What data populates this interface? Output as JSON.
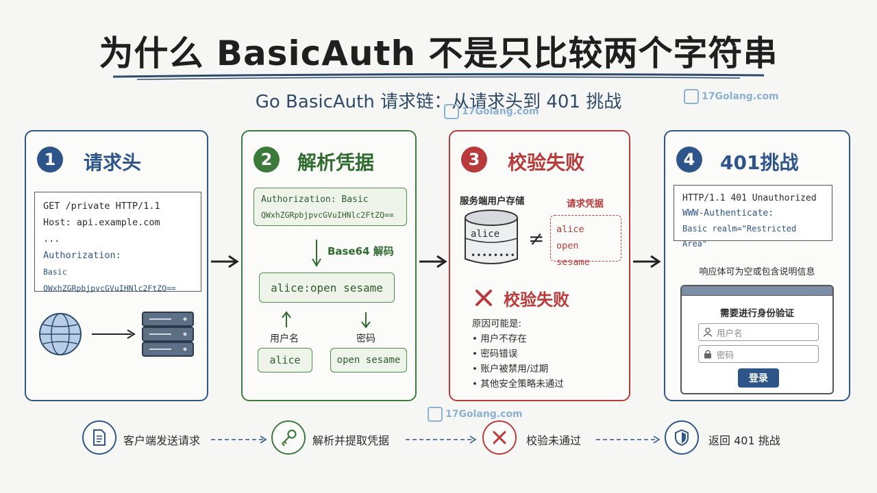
{
  "title": "为什么 BasicAuth 不是只比较两个字符串",
  "subtitle": "Go BasicAuth 请求链：从请求头到 401 挑战",
  "watermark": "17Golang.com",
  "panels": {
    "p1": {
      "num": "1",
      "title": "请求头",
      "lines": [
        "GET /private HTTP/1.1",
        "Host: api.example.com",
        "..."
      ],
      "auth_label": "Authorization:",
      "auth_value": "Basic QWxhZGRpbjpvcGVuIHNlc2FtZQ=="
    },
    "p2": {
      "num": "2",
      "title": "解析凭据",
      "header_line1": "Authorization: Basic",
      "header_line2": "QWxhZGRpbjpvcGVuIHNlc2FtZQ==",
      "decode_label": "Base64 解码",
      "decoded": "alice:open sesame",
      "user_label": "用户名",
      "pass_label": "密码",
      "user_value": "alice",
      "pass_value": "open sesame"
    },
    "p3": {
      "num": "3",
      "title": "校验失败",
      "store_label": "服务端用户存储",
      "store_user": "alice",
      "store_pass": "••••••••",
      "neq": "≠",
      "req_label": "请求凭据",
      "req_user": "alice",
      "req_pass": "open sesame",
      "fail_title": "校验失败",
      "reasons_title": "原因可能是:",
      "reasons": [
        "• 用户不存在",
        "• 密码错误",
        "• 账户被禁用/过期",
        "• 其他安全策略未通过"
      ]
    },
    "p4": {
      "num": "4",
      "title": "401挑战",
      "status_line": "HTTP/1.1 401 Unauthorized",
      "www_label": "WWW-Authenticate:",
      "www_value": "Basic realm=\"Restricted Area\"",
      "note": "响应体可为空或包含说明信息",
      "dialog_title": "需要进行身份验证",
      "username_placeholder": "用户名",
      "password_placeholder": "密码",
      "login_button": "登录"
    }
  },
  "flow": [
    "客户端发送请求",
    "解析并提取凭据",
    "校验未通过",
    "返回 401 挑战"
  ],
  "colors": {
    "blue": "#2d5589",
    "green": "#3c7a3c",
    "red": "#b83a3a"
  }
}
